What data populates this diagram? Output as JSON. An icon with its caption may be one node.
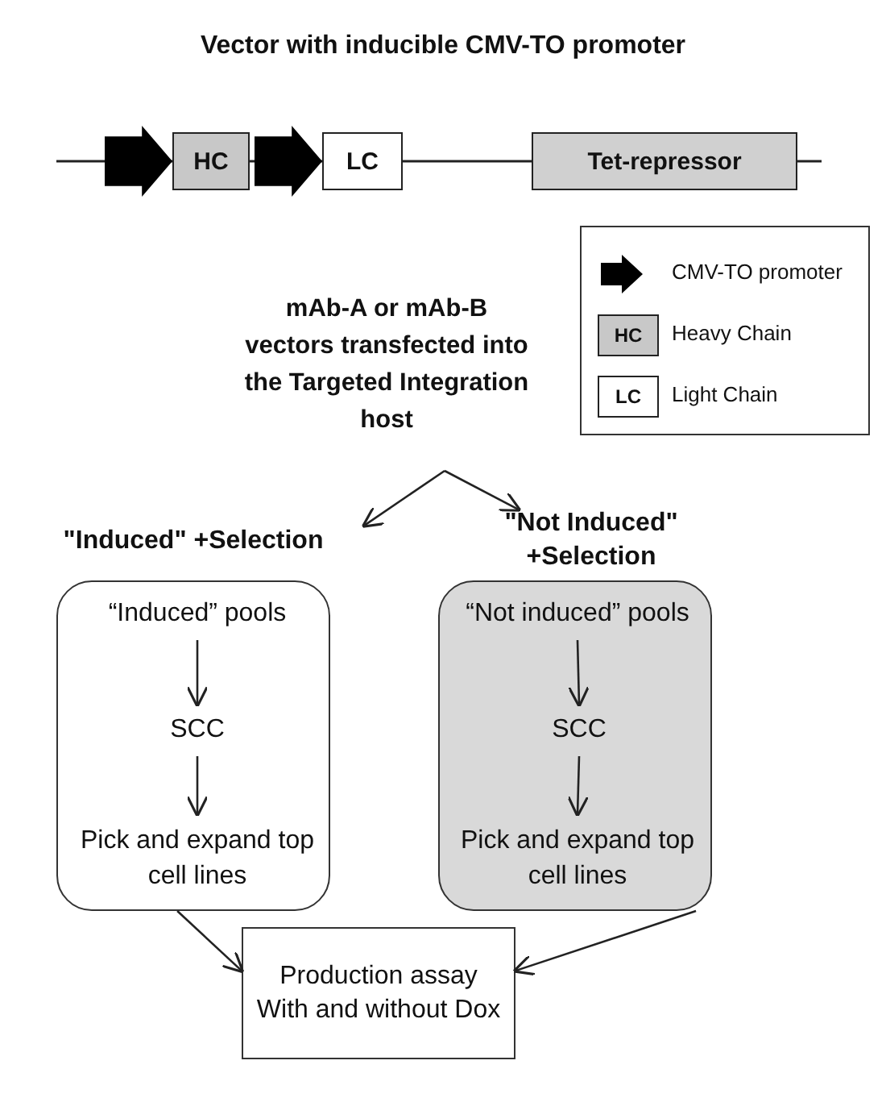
{
  "diagram": {
    "title": "Vector with inducible CMV-TO promoter",
    "nodes": [
      {
        "text": [],
        "shape": "arrow"
      },
      {
        "text": [
          "HC"
        ]
      },
      {
        "text": [],
        "shape": "arrow"
      },
      {
        "text": [
          "LC"
        ]
      },
      {
        "text": [
          "Tet-repressor"
        ]
      },
      {
        "text": [
          "mAb-A or mAb-B vectors transfected into the Targeted Integration host"
        ]
      },
      {
        "text": [
          "\"Induced\" +Selection"
        ]
      },
      {
        "text": [
          "“Induced” pools"
        ],
        "in": 6
      },
      {
        "text": [
          "SCC"
        ],
        "in": 6
      },
      {
        "text": [
          "Pick and expand top cell lines"
        ],
        "in": 6
      },
      {
        "text": [
          "\"Not Induced\" +Selection"
        ]
      },
      {
        "text": [
          "“Not induced” pools"
        ],
        "in": 10
      },
      {
        "text": [
          "SCC"
        ],
        "in": 10
      },
      {
        "text": [
          "Pick and expand top cell lines"
        ],
        "in": 10
      },
      {
        "text": [
          "Production assay With and without Dox"
        ]
      }
    ],
    "edges": [
      {
        "from": 5,
        "to": 6,
        "arrow": "to"
      },
      {
        "from": 5,
        "to": 10,
        "arrow": "to"
      },
      {
        "from": 7,
        "to": 8,
        "arrow": "to"
      },
      {
        "from": 8,
        "to": 9,
        "arrow": "to"
      },
      {
        "from": 11,
        "to": 12,
        "arrow": "to"
      },
      {
        "from": 12,
        "to": 13,
        "arrow": "to"
      },
      {
        "from": 6,
        "to": 14,
        "arrow": "to"
      },
      {
        "from": 10,
        "to": 14,
        "arrow": "to"
      }
    ],
    "labels": [
      "HC",
      "LC"
    ],
    "legend": [
      {
        "text": "CMV-TO promoter"
      },
      {
        "text": "Heavy Chain",
        "color": "#c8c8c8"
      },
      {
        "text": "Light Chain",
        "color": "#ffffff"
      }
    ]
  }
}
